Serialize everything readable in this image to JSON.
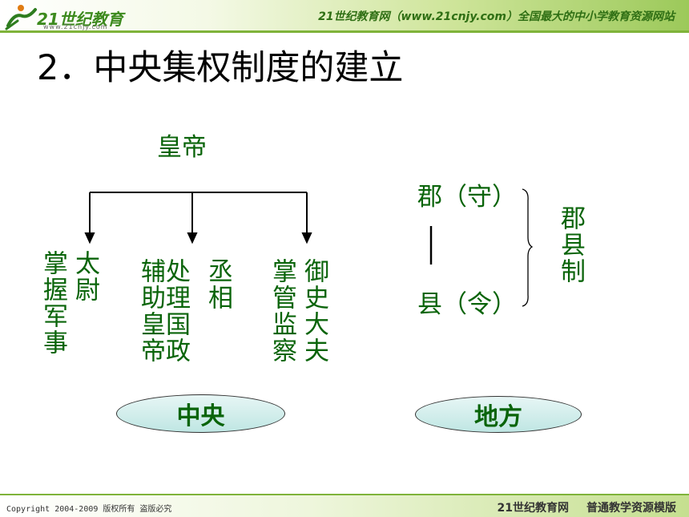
{
  "header": {
    "logo_text": "21世纪教育",
    "logo_url": "www.21cnjy.com",
    "slogan": "21世纪教育网（www.21cnjy.com）全国最大的中小学教育资源网站"
  },
  "title": "2．中央集权制度的建立",
  "diagram": {
    "root": "皇帝",
    "central_officials": [
      {
        "title": "太尉",
        "duty": "掌握军事"
      },
      {
        "title": "丞相",
        "duty": "处理国政辅助皇帝"
      },
      {
        "title": "御史大夫",
        "duty": "掌管监察"
      }
    ],
    "central_label": "中央",
    "local": {
      "upper": "郡（守）",
      "lower": "县（令）",
      "system": "郡县制"
    },
    "local_label": "地方"
  },
  "footer": {
    "copyright": "Copyright 2004-2009 版权所有 盗版必究",
    "site": "21世纪教育网",
    "template": "普通教学资源模版"
  }
}
